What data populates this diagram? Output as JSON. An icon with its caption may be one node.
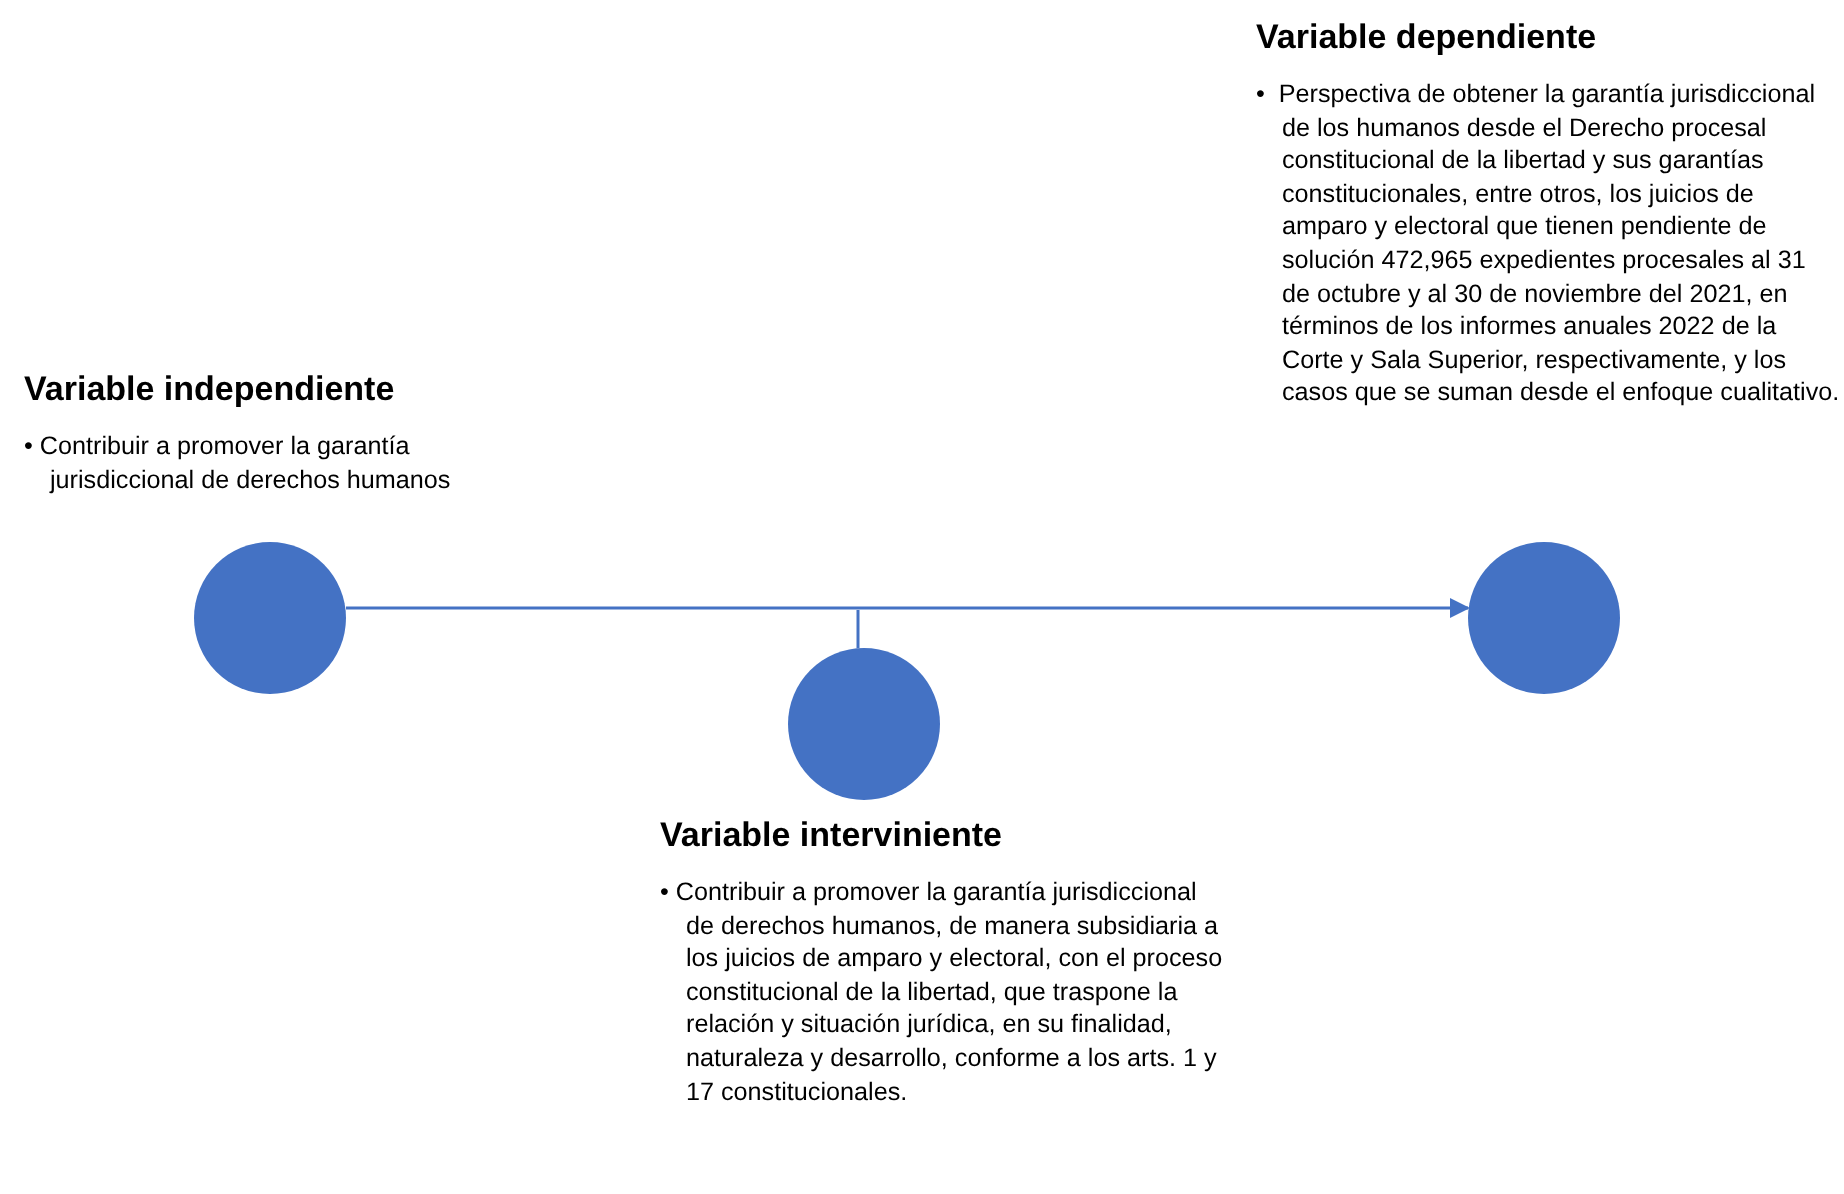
{
  "diagram": {
    "nodes": [
      {
        "text": [],
        "shape": "circle",
        "beside": [
          "Variable independiente",
          "• Contribuir a promover la garantía jurisdiccional de derechos humanos"
        ]
      },
      {
        "text": [],
        "shape": "circle",
        "beside": [
          "Variable interviniente",
          "• Contribuir a promover la garantía jurisdiccional de derechos humanos, de manera subsidiaria a los juicios de amparo y electoral, con el proceso constitucional de la libertad, que traspone la relación y situación jurídica, en su finalidad, naturaleza y desarrollo, conforme a los arts. 1 y 17 constitucionales."
        ]
      },
      {
        "text": [],
        "shape": "circle",
        "beside": [
          "Variable dependiente",
          "•  Perspectiva de obtener la garantía jurisdiccional de los humanos desde el Derecho procesal constitucional de la libertad y sus garantías constitucionales, entre otros, los juicios de amparo y electoral que tienen pendiente de solución 472,965 expedientes procesales al 31 de octubre y al 30 de noviembre del 2021, en términos de los informes anuales 2022 de la Corte y Sala Superior, respectivamente, y los casos que se suman desde el enfoque cualitativo."
        ]
      }
    ],
    "edges": [
      {
        "from": 0,
        "to": 2,
        "arrow": "to"
      },
      {
        "from": 1,
        "to": null,
        "arrow": "none"
      }
    ]
  }
}
